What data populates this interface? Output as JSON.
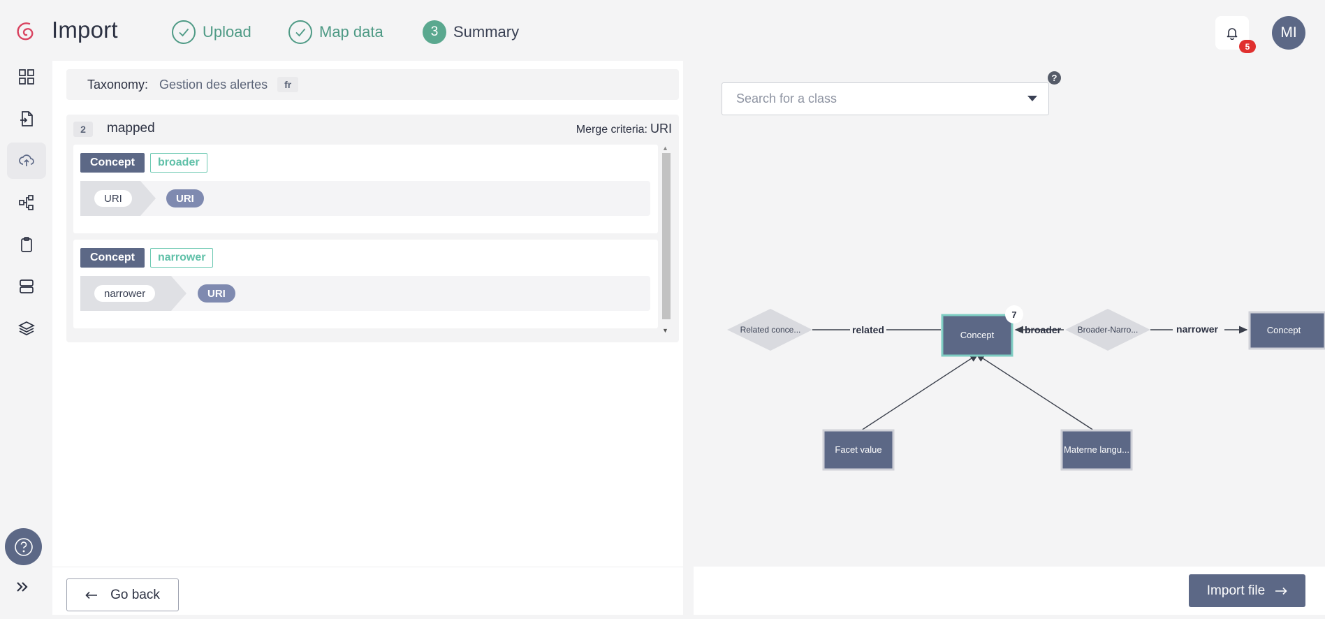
{
  "header": {
    "title": "Import",
    "steps": [
      {
        "number": "",
        "label": "Upload",
        "state": "done"
      },
      {
        "number": "",
        "label": "Map data",
        "state": "done"
      },
      {
        "number": "3",
        "label": "Summary",
        "state": "current"
      }
    ],
    "notifications_count": "5",
    "avatar_initials": "MI"
  },
  "sidebar": {
    "items": [
      "dashboard-icon",
      "file-import-icon",
      "upload-icon",
      "diagram-icon",
      "clipboard-icon",
      "server-icon",
      "layers-icon"
    ],
    "active": "upload-icon"
  },
  "taxonomy": {
    "label": "Taxonomy:",
    "name": "Gestion des alertes",
    "lang": "fr"
  },
  "mapping": {
    "count": "2",
    "label": "mapped",
    "merge_label": "Merge criteria:",
    "merge_value": "URI",
    "items": [
      {
        "class": "Concept",
        "property": "broader",
        "source": "URI",
        "target": "URI"
      },
      {
        "class": "Concept",
        "property": "narrower",
        "source": "narrower",
        "target": "URI"
      }
    ]
  },
  "graph": {
    "search_placeholder": "Search for a class",
    "help": "?",
    "nodes": {
      "related": "Related conce...",
      "concept_main": "Concept",
      "concept_badge": "7",
      "broader_narrower": "Broader-Narro...",
      "concept_right": "Concept",
      "facet": "Facet value",
      "materne": "Materne langu..."
    },
    "edges": {
      "related": "related",
      "broader": "broader",
      "narrower": "narrower"
    }
  },
  "footer": {
    "go_back": "Go back",
    "import": "Import file"
  },
  "colors": {
    "accent": "#5c6886",
    "success": "#4e9a85",
    "property": "#5fc0a8",
    "badge": "#e0302f"
  }
}
